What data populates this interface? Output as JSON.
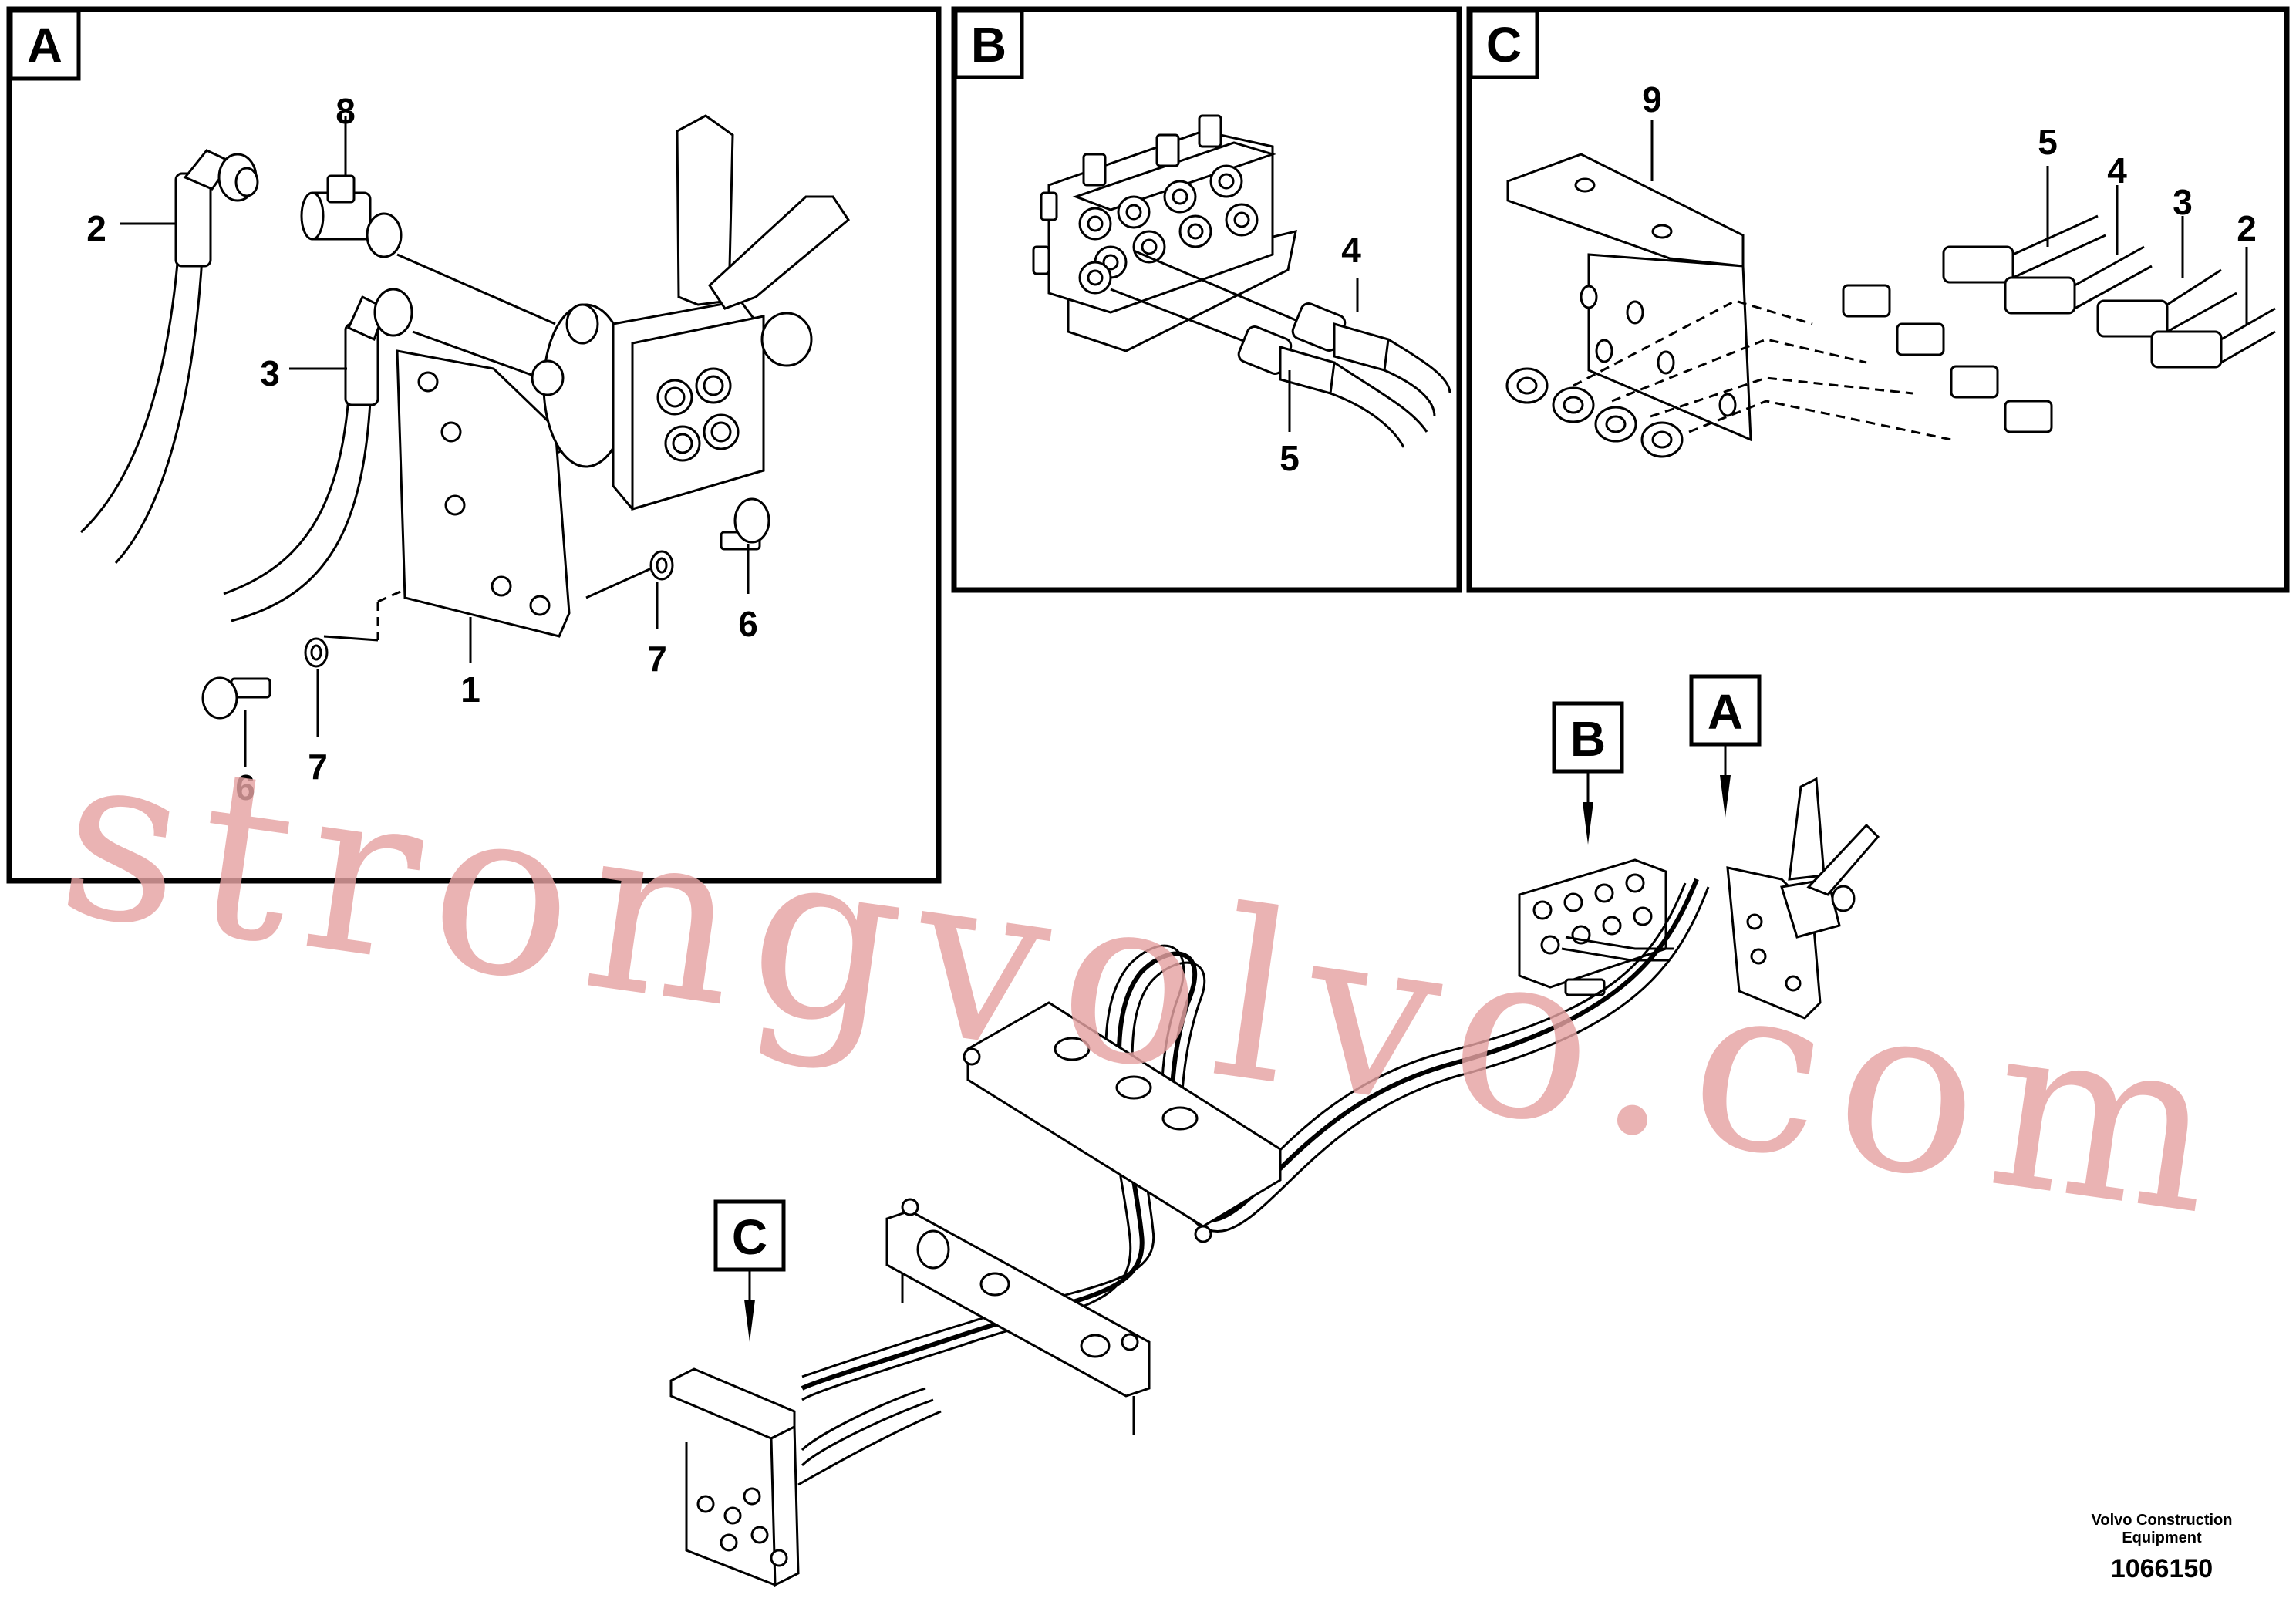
{
  "panels": [
    {
      "id": "A",
      "label": "A"
    },
    {
      "id": "B",
      "label": "B"
    },
    {
      "id": "C",
      "label": "C"
    }
  ],
  "panel_a_callouts": {
    "n8": "8",
    "n2": "2",
    "n3": "3",
    "n1": "1",
    "n7a": "7",
    "n6a": "6",
    "n6b": "6",
    "n7b": "7"
  },
  "panel_b_callouts": {
    "n4": "4",
    "n5": "5"
  },
  "panel_c_callouts": {
    "n9": "9",
    "n5": "5",
    "n4": "4",
    "n3": "3",
    "n2": "2"
  },
  "overview_labels": {
    "b": "B",
    "a": "A",
    "c": "C"
  },
  "watermark": "strongvolvo.com",
  "credit": {
    "line1": "Volvo Construction",
    "line2": "Equipment",
    "number": "1066150"
  }
}
